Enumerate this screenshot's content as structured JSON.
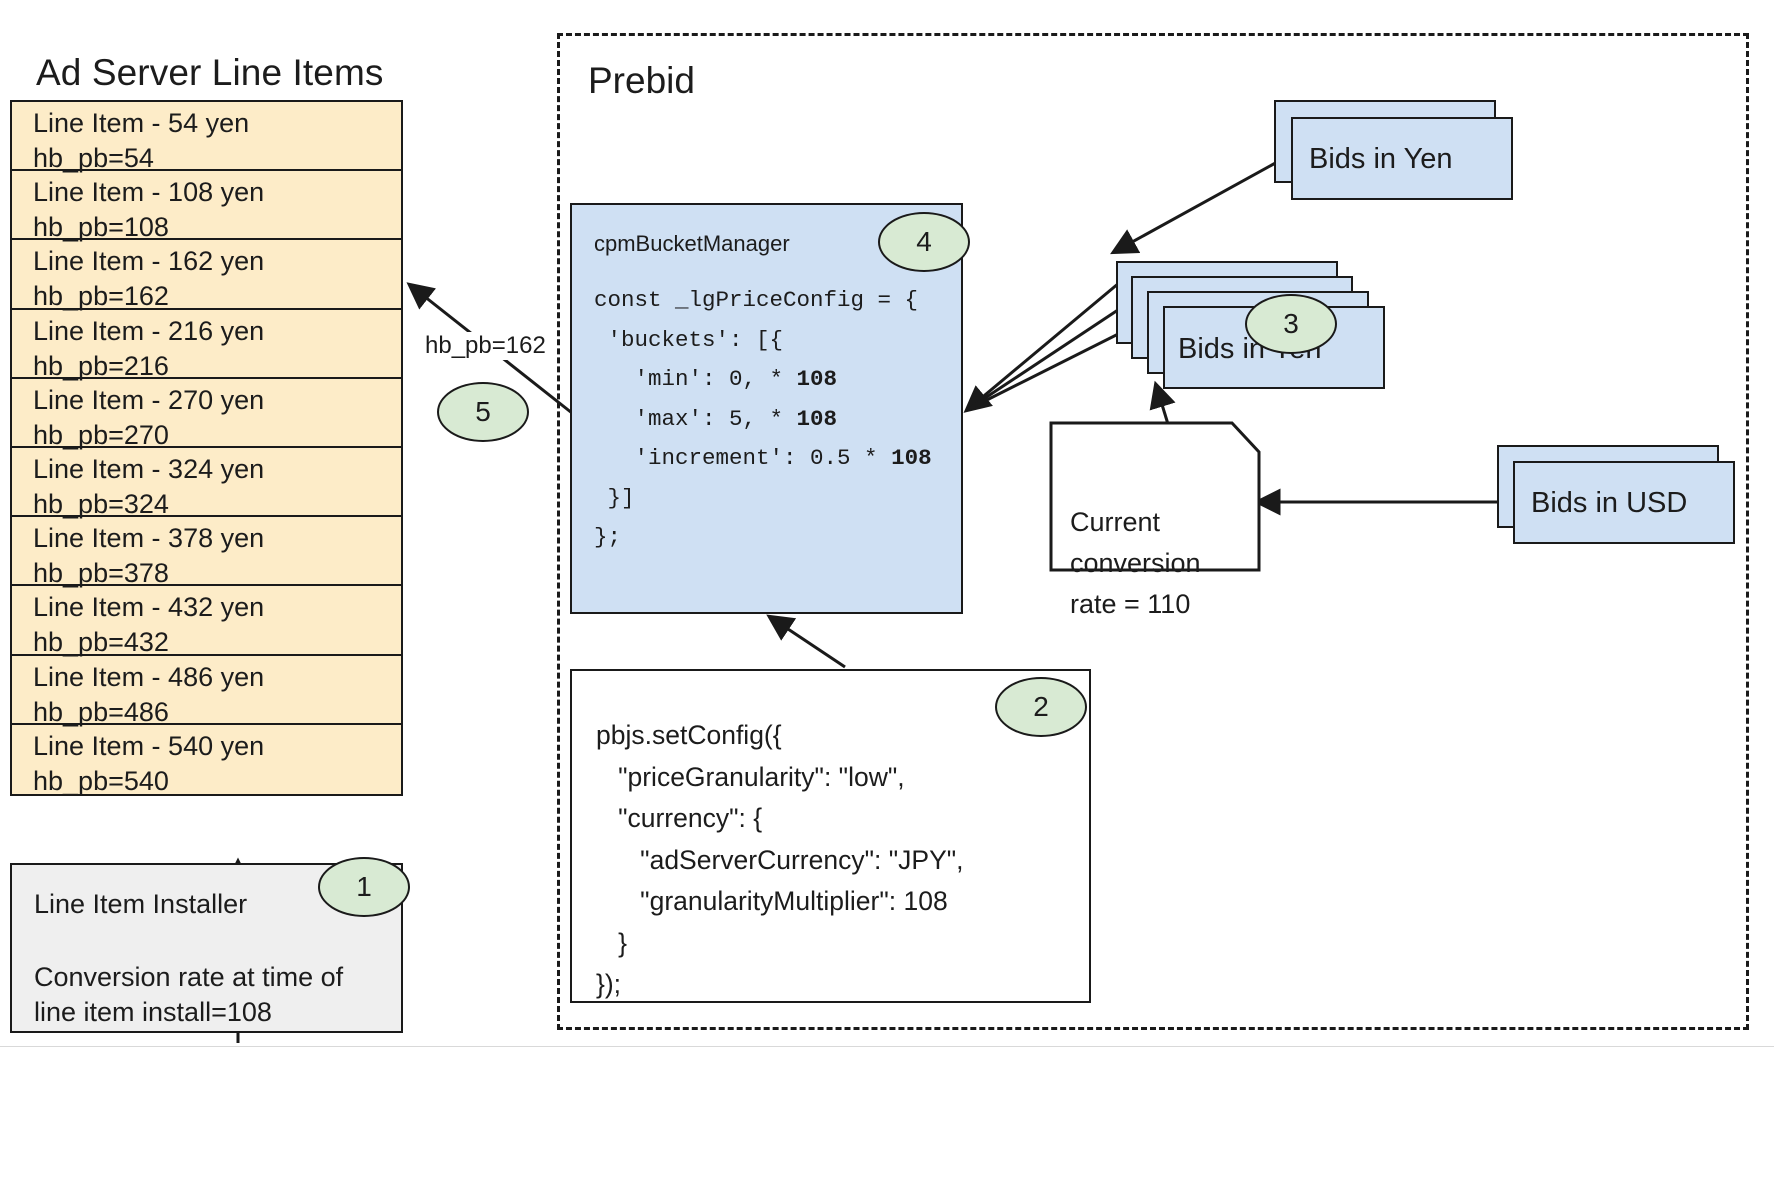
{
  "ad_server": {
    "title": "Ad Server Line Items",
    "line_items": [
      {
        "name": "Line Item - 54 yen",
        "key": "hb_pb=54"
      },
      {
        "name": "Line Item - 108 yen",
        "key": "hb_pb=108"
      },
      {
        "name": "Line Item - 162 yen",
        "key": "hb_pb=162"
      },
      {
        "name": "Line Item - 216 yen",
        "key": "hb_pb=216"
      },
      {
        "name": "Line Item - 270 yen",
        "key": "hb_pb=270"
      },
      {
        "name": "Line Item - 324 yen",
        "key": "hb_pb=324"
      },
      {
        "name": "Line Item - 378 yen",
        "key": "hb_pb=378"
      },
      {
        "name": "Line Item - 432 yen",
        "key": "hb_pb=432"
      },
      {
        "name": "Line Item - 486 yen",
        "key": "hb_pb=486"
      },
      {
        "name": "Line Item - 540 yen",
        "key": "hb_pb=540"
      }
    ]
  },
  "installer": {
    "title": "Line Item Installer",
    "note_line1": "Conversion rate at time of",
    "note_line2": "line item install=108"
  },
  "prebid": {
    "title": "Prebid",
    "cpm_box": {
      "title": "cpmBucketManager",
      "code_lines": [
        "const _lgPriceConfig = {",
        " 'buckets': [{",
        "   'min': 0, * 108",
        "   'max': 5, * 108",
        "   'increment': 0.5 * 108",
        " }]",
        "};"
      ]
    },
    "setconfig_box": {
      "code_lines": [
        "pbjs.setConfig({",
        "   \"priceGranularity\": \"low\",",
        "   \"currency\": {",
        "      \"adServerCurrency\": \"JPY\",",
        "      \"granularityMultiplier\": 108",
        "   }",
        "});"
      ]
    }
  },
  "bids": {
    "yen_top_label": "Bids in Yen",
    "yen_stack_label": "Bids in Yen",
    "usd_label": "Bids in USD"
  },
  "conversion_note": {
    "line1": "Current",
    "line2": "conversion",
    "line3": "rate = 110"
  },
  "steps": {
    "s1": "1",
    "s2": "2",
    "s3": "3",
    "s4": "4",
    "s5": "5"
  },
  "edges": {
    "hb_pb_label": "hb_pb=162"
  },
  "colors": {
    "line_item_fill": "#fdecc8",
    "blue_fill": "#cfe0f3",
    "green_circle_fill": "#d8ead3",
    "installer_fill": "#efefef",
    "stroke": "#1a1a1a"
  }
}
